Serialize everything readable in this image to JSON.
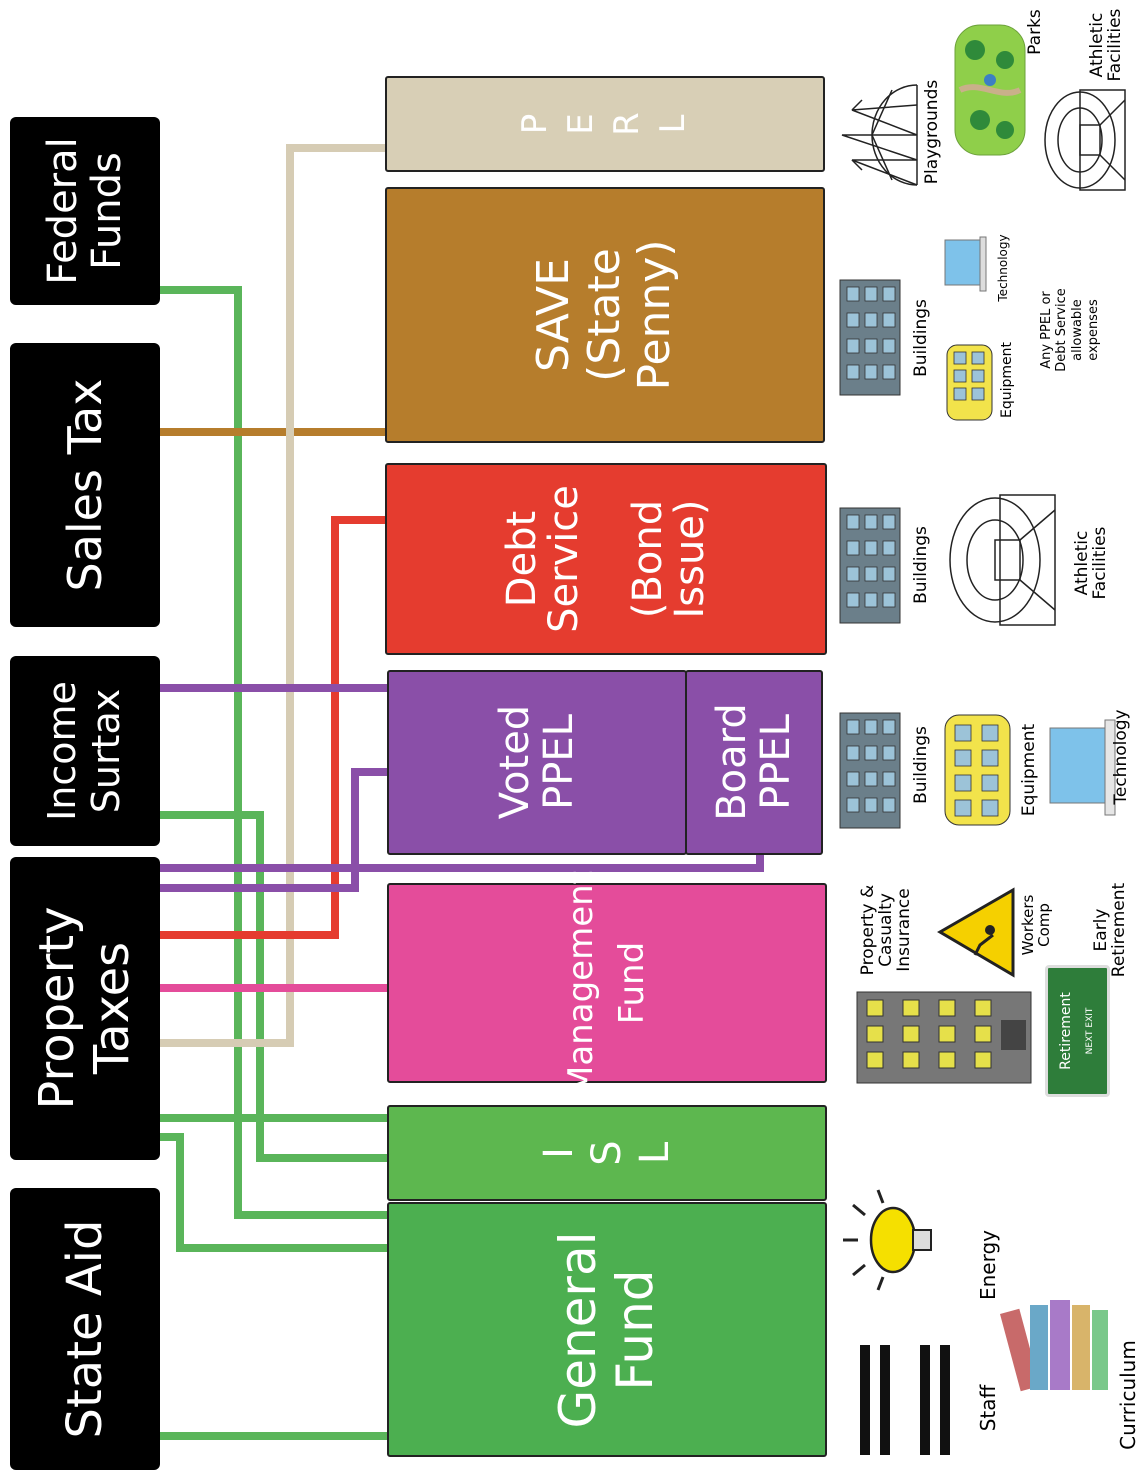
{
  "colors": {
    "general_fund": "#4caf50",
    "isl": "#5db74f",
    "management": "#e44c9a",
    "ppel": "#8a4fa8",
    "debt": "#e53c2f",
    "save": "#b67d2c",
    "perl": "#cfc6b0",
    "source_bg": "#000000"
  },
  "sources": {
    "state_aid": "State Aid",
    "property_taxes": "Property\nTaxes",
    "income_surtax": "Income\nSurtax",
    "sales_tax": "Sales Tax",
    "federal_funds": "Federal\nFunds"
  },
  "funds": {
    "general": "General\nFund",
    "isl": "I\nS\nL",
    "management": "Management\nFund",
    "voted_ppel": "Voted\nPPEL",
    "board_ppel": "Board\nPPEL",
    "debt": "Debt\nService\n\n(Bond\nIssue)",
    "save": "SAVE\n(State\nPenny)",
    "perl": "P\nE\nR\nL"
  },
  "labels": {
    "staff": "Staff",
    "energy": "Energy",
    "curriculum": "Curriculum",
    "property_casualty": "Property &\nCasualty\nInsurance",
    "workers_comp": "Workers\nComp",
    "early_retirement": "Early\nRetirement",
    "retirement_sign": "Retirement",
    "next_exit": "NEXT EXIT",
    "ppel_buildings": "Buildings",
    "ppel_equipment": "Equipment",
    "ppel_technology": "Technology",
    "debt_buildings": "Buildings",
    "debt_athletic": "Athletic\nFacilities",
    "save_buildings": "Buildings",
    "save_equipment": "Equipment",
    "save_technology": "Technology",
    "save_any": "Any PPEL or\nDebt Service\nallowable\nexpenses",
    "playgrounds": "Playgrounds",
    "parks": "Parks",
    "perl_athletic": "Athletic\nFacilities"
  },
  "icons": {
    "staff": "people-icon",
    "energy": "lightbulb-icon",
    "curriculum": "books-icon",
    "insurance": "office-building-icon",
    "workers_comp": "warning-sign-icon",
    "retirement": "exit-sign-icon",
    "buildings": "building-icon",
    "equipment": "bus-icon",
    "technology": "laptop-icon",
    "athletic": "stadium-icon",
    "playgrounds": "dome-icon",
    "parks": "park-icon"
  }
}
